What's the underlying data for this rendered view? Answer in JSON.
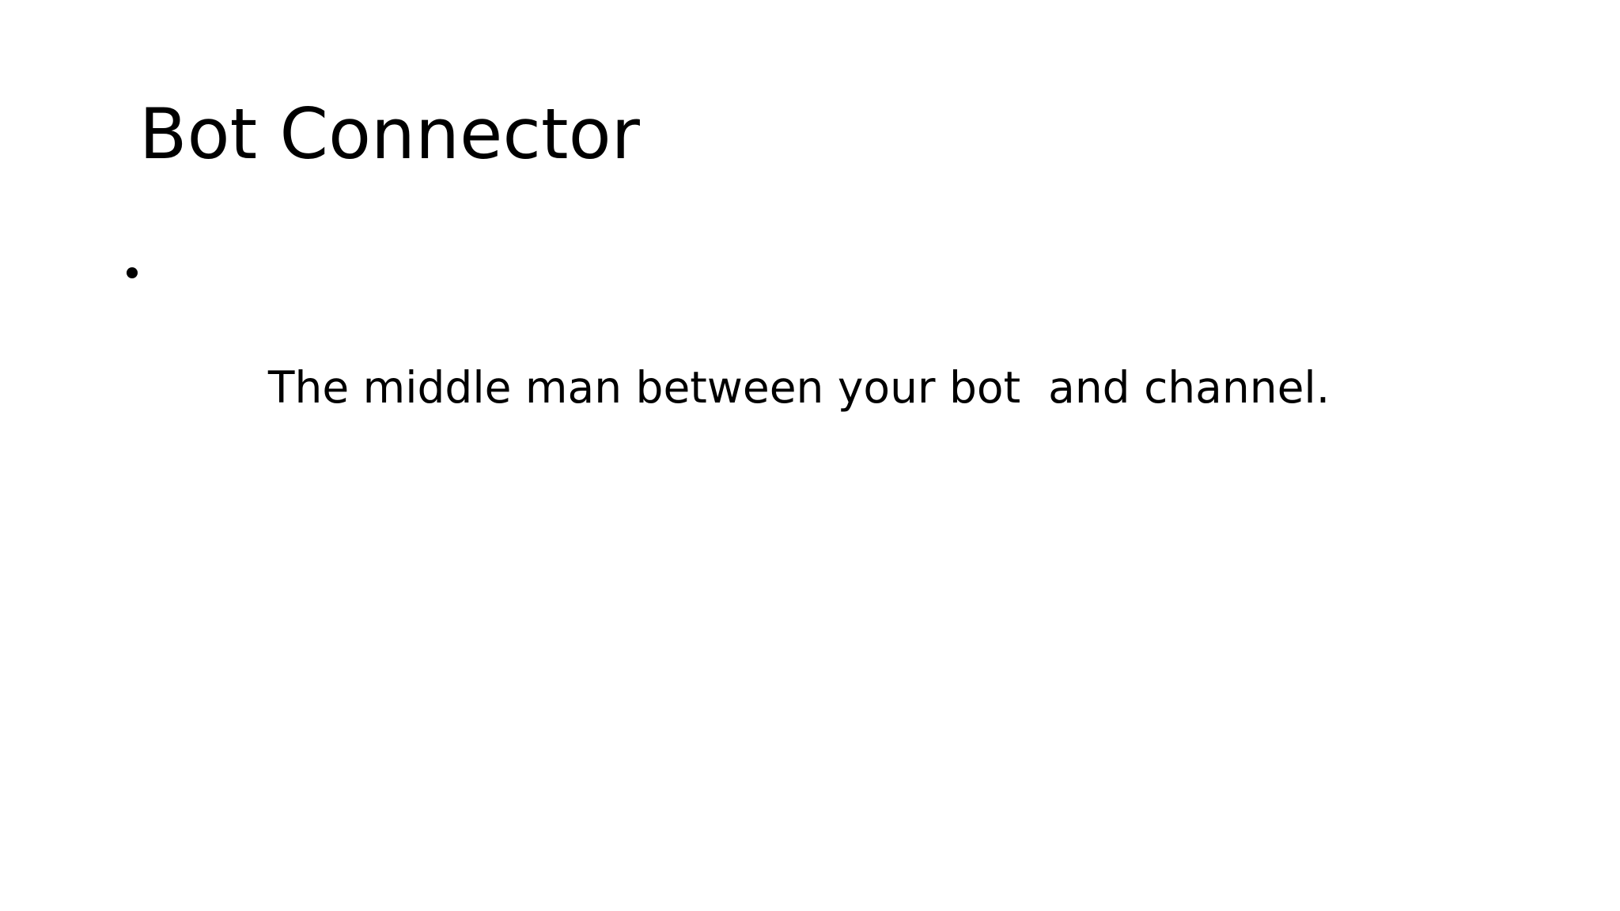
{
  "slide": {
    "background_color": "#FFFFFF",
    "text_color": "#000000",
    "title": "Bot Connector",
    "body": {
      "bullets": [
        {
          "marker": "bullet-dot",
          "text": "The middle man between your bot  and channel."
        }
      ]
    }
  }
}
